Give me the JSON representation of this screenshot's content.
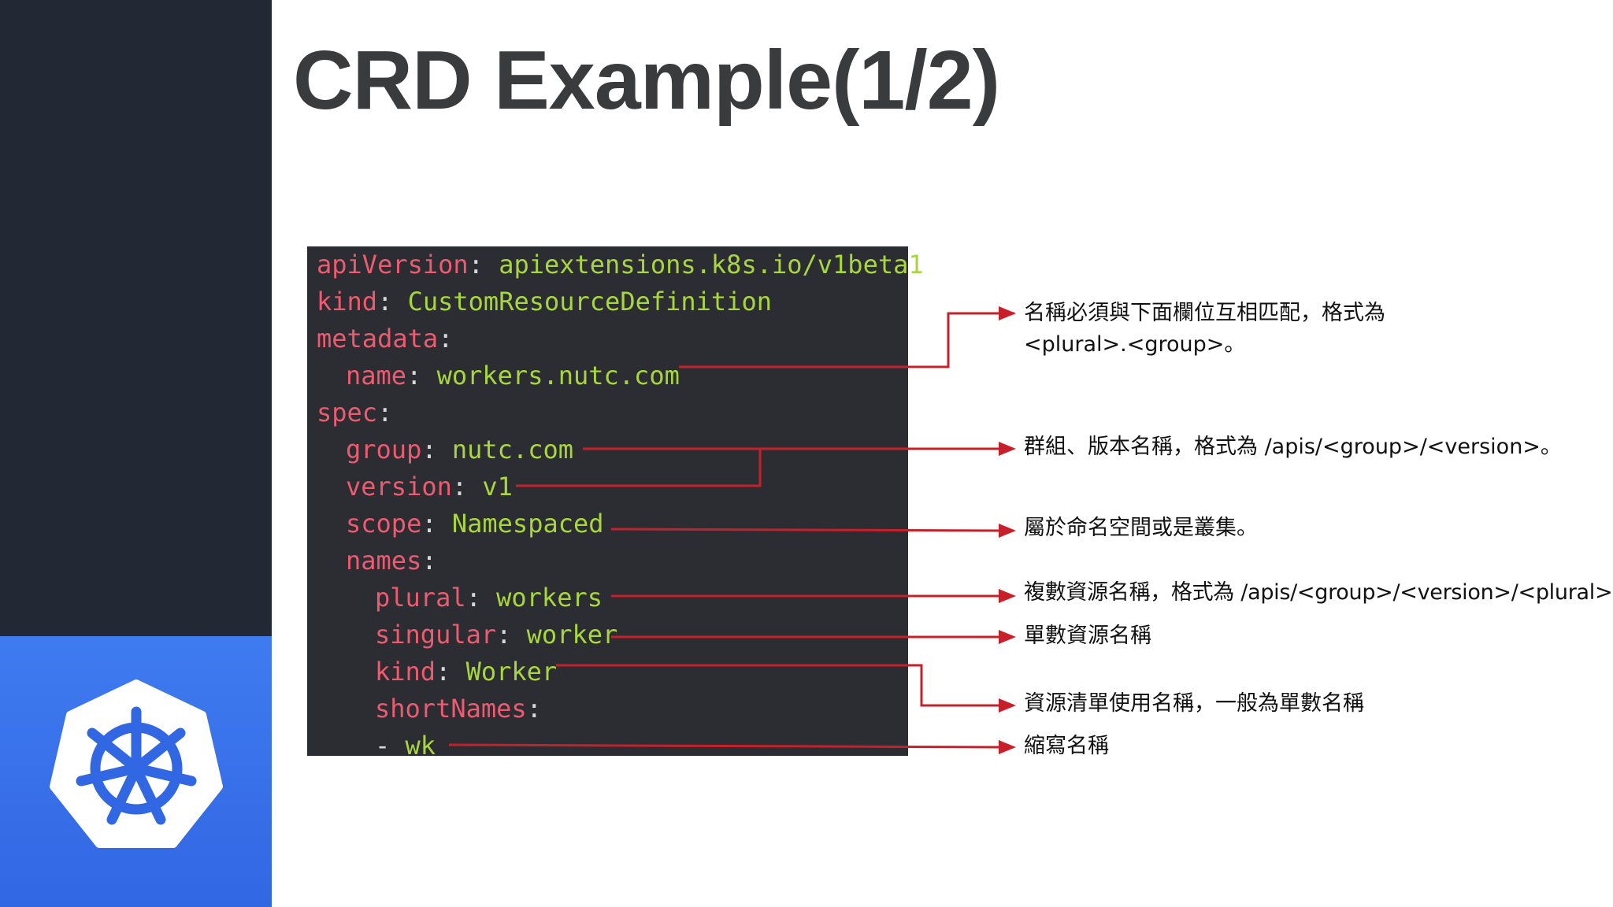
{
  "slide": {
    "title": "CRD Example(1/2)"
  },
  "code": {
    "lines": [
      {
        "key": "apiVersion",
        "sep": ":",
        "value": " apiextensions.k8s.io/v1beta1"
      },
      {
        "key": "kind",
        "sep": ":",
        "value": " CustomResourceDefinition"
      },
      {
        "key": "metadata",
        "sep": ":",
        "value": ""
      },
      {
        "key": "name",
        "sep": ":",
        "value": " workers.nutc.com"
      },
      {
        "key": "spec",
        "sep": ":",
        "value": ""
      },
      {
        "key": "group",
        "sep": ":",
        "value": " nutc.com"
      },
      {
        "key": "version",
        "sep": ":",
        "value": " v1"
      },
      {
        "key": "scope",
        "sep": ":",
        "value": " Namespaced"
      },
      {
        "key": "names",
        "sep": ":",
        "value": ""
      },
      {
        "key": "plural",
        "sep": ":",
        "value": " workers"
      },
      {
        "key": "singular",
        "sep": ":",
        "value": " worker"
      },
      {
        "key": "kind",
        "sep": ":",
        "value": " Worker"
      },
      {
        "key": "shortNames",
        "sep": ":",
        "value": ""
      },
      {
        "key": "",
        "sep": "- ",
        "value": "wk"
      }
    ]
  },
  "annotations": {
    "name_note_line1": "名稱必須與下面欄位互相匹配，格式為",
    "name_note_line2": "<plural>.<group>。",
    "group_version_note": "群組、版本名稱，格式為 /apis/<group>/<version>。",
    "scope_note": "屬於命名空間或是叢集。",
    "plural_note": "複數資源名稱，格式為 /apis/<group>/<version>/<plural>。",
    "singular_note": "單數資源名稱",
    "kind_note": "資源清單使用名稱，一般為單數名稱",
    "shortnames_note": "縮寫名稱"
  },
  "colors": {
    "arrow": "#c8202a",
    "code_key": "#ec5b70",
    "code_value": "#a8d63e",
    "sidebar_dark": "#222934",
    "sidebar_blue": "#3b74ee"
  },
  "icons": {
    "logo": "kubernetes-helm-wheel-icon"
  }
}
